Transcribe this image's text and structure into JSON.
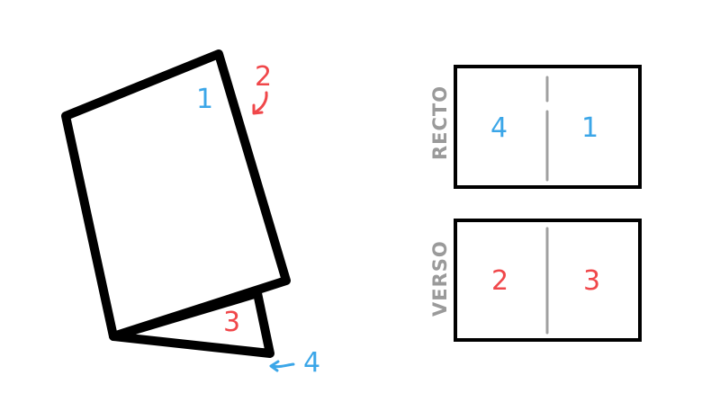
{
  "colors": {
    "outline": "#000000",
    "fold": "#a0a0a0",
    "label_gray": "#9a9a9a",
    "blue": "#3ba6e8",
    "red": "#f0474a"
  },
  "folded_sheet": {
    "front_page": "1",
    "back_page_arrow": "2",
    "inner_page": "3",
    "bottom_page_arrow": "4"
  },
  "recto": {
    "label": "RECTO",
    "left_page": "4",
    "right_page": "1"
  },
  "verso": {
    "label": "VERSO",
    "left_page": "2",
    "right_page": "3"
  }
}
